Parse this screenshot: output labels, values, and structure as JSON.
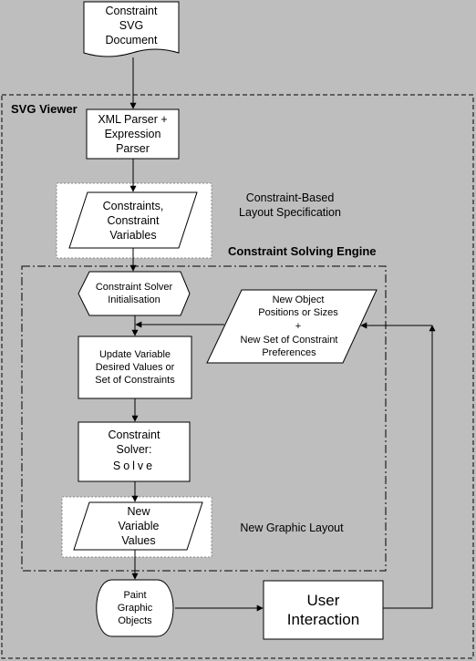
{
  "nodes": {
    "doc": "Constraint\nSVG\nDocument",
    "parser": "XML Parser +\nExpression\nParser",
    "constraints": "Constraints,\nConstraint\nVariables",
    "init": "Constraint Solver\nInitialisation",
    "new_object_a": "New Object\nPositions or Sizes",
    "new_object_plus": "+",
    "new_object_b": "New Set of Constraint\nPreferences",
    "update": "Update Variable\nDesired Values or\nSet of Constraints",
    "solver_a": "Constraint\nSolver:",
    "solver_b": "Solve",
    "new_values": "New\nVariable\nValues",
    "paint": "Paint\nGraphic\nObjects",
    "user": "User\nInteraction"
  },
  "regions": {
    "viewer": "SVG Viewer",
    "engine": "Constraint Solving Engine",
    "layout_spec": "Constraint-Based\nLayout Specification",
    "graphic_layout": "New Graphic Layout"
  },
  "colors": {
    "background": "#bebebe",
    "box_fill": "#ffffff",
    "stroke": "#000000"
  }
}
